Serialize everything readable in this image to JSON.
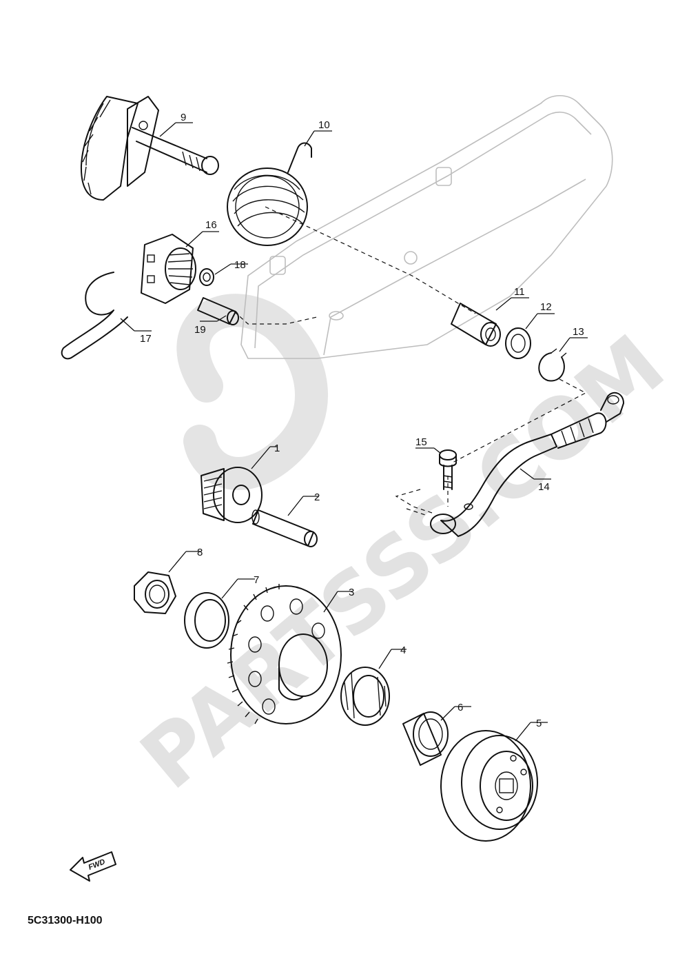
{
  "diagram": {
    "part_code": "5C31300-H100",
    "fwd_label": "FWD",
    "watermark": "PARTSSS.COM",
    "callouts": [
      "1",
      "2",
      "3",
      "4",
      "5",
      "6",
      "7",
      "8",
      "9",
      "10",
      "11",
      "12",
      "13",
      "14",
      "15",
      "16",
      "17",
      "18",
      "19"
    ]
  }
}
